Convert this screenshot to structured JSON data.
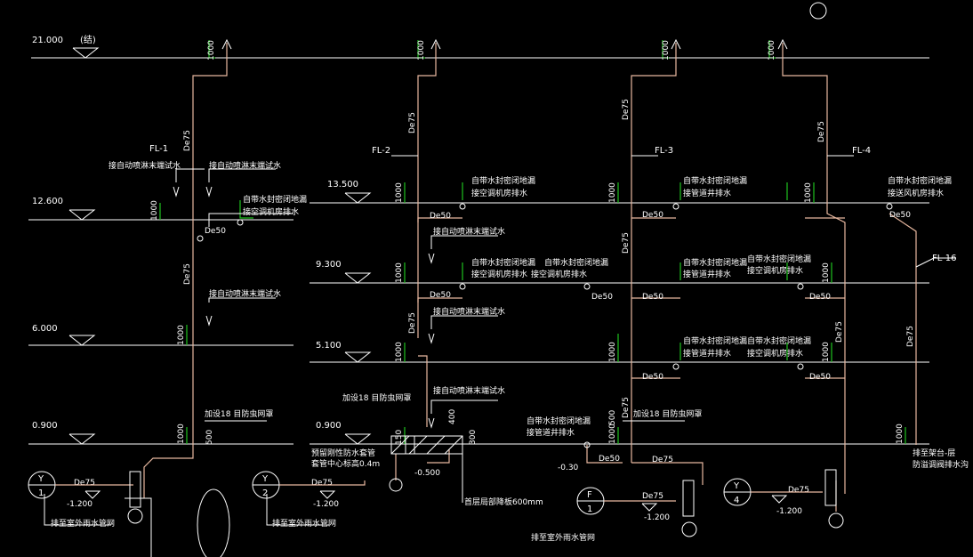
{
  "levels": [
    {
      "label": "21.000",
      "suffix": "(结)"
    },
    {
      "label": "13.500"
    },
    {
      "label": "12.600"
    },
    {
      "label": "9.300"
    },
    {
      "label": "6.000"
    },
    {
      "label": "5.100"
    },
    {
      "label": "0.900"
    },
    {
      "label": "0.900"
    }
  ],
  "stacks": {
    "fl1": "FL-1",
    "fl2": "FL-2",
    "fl3": "FL-3",
    "fl4": "FL-4",
    "fl16": "FL-16"
  },
  "pipe_sizes": {
    "de75": "De75",
    "de50": "De50"
  },
  "dims": {
    "d1000": "1000",
    "d500": "500",
    "d400": "400",
    "d300": "300",
    "d150": "150"
  },
  "notes": {
    "sprinkler_test_water": "接自动喷淋末端试水",
    "self_seal_floor_drain": "自带水封密闭地漏",
    "ac_room_drain": "接空调机房排水",
    "pipe_well_drain": "接管道井排水",
    "fan_room_drain": "接送风机房排水",
    "insect_screen": "加设18 目防虫网罩",
    "insect_screen_2": "加设18 目防虫网罩",
    "waterproof_sleeve_1": "预留刚性防水套管",
    "waterproof_sleeve_2": "套管中心标高0.4m",
    "first_floor_drop": "首层局部降板600mm",
    "outdoor_rain_1": "排至室外雨水管网",
    "outdoor_rain_2": "排至室外雨水管网",
    "outdoor_rain_3": "排至室外雨水管网",
    "balcony_drain_1": "排至架台-层",
    "balcony_drain_2": "防溢调阀排水沟"
  },
  "elevations": {
    "m1200": "-1.200",
    "m500": "-0.500",
    "m030": "-0.30"
  },
  "wells": [
    {
      "letter": "Y",
      "num": "1"
    },
    {
      "letter": "Y",
      "num": "2"
    },
    {
      "letter": "F",
      "num": "1"
    },
    {
      "letter": "Y",
      "num": "4"
    }
  ],
  "colors": {
    "background": "#000000",
    "lines": "#ffffff",
    "pipe": "#e8b8a0",
    "dimension": "#1fc21f"
  }
}
